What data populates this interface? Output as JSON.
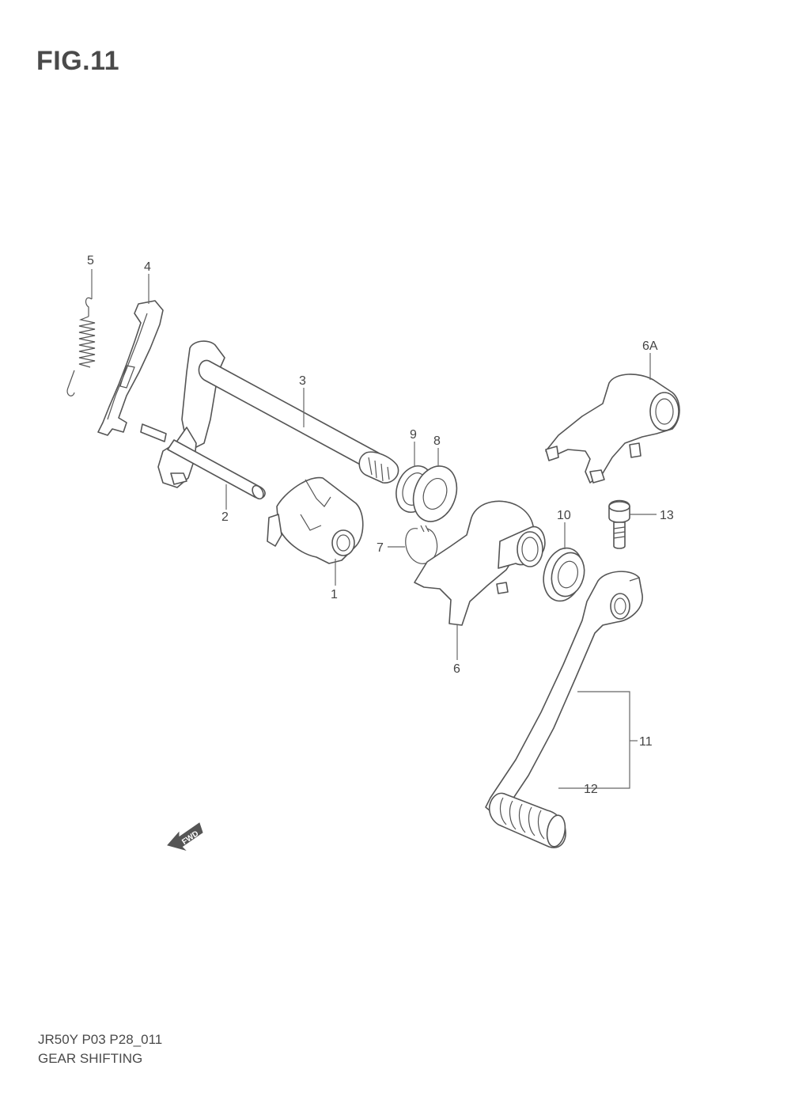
{
  "figure": {
    "title": "FIG.11",
    "model_code": "JR50Y P03 P28_011",
    "name": "GEAR SHIFTING"
  },
  "callouts": [
    {
      "id": "p1",
      "label": "1",
      "part": "gearshift cam"
    },
    {
      "id": "p2",
      "label": "2",
      "part": "shaft"
    },
    {
      "id": "p3",
      "label": "3",
      "part": "gearshift shaft"
    },
    {
      "id": "p4",
      "label": "4",
      "part": "stopper plate"
    },
    {
      "id": "p5",
      "label": "5",
      "part": "spring"
    },
    {
      "id": "p6",
      "label": "6",
      "part": "shift fork"
    },
    {
      "id": "p6a",
      "label": "6A",
      "part": "shift fork"
    },
    {
      "id": "p7",
      "label": "7",
      "part": "circlip"
    },
    {
      "id": "p8",
      "label": "8",
      "part": "washer"
    },
    {
      "id": "p9",
      "label": "9",
      "part": "oil seal"
    },
    {
      "id": "p10",
      "label": "10",
      "part": "bearing"
    },
    {
      "id": "p11",
      "label": "11",
      "part": "gearshift lever"
    },
    {
      "id": "p12",
      "label": "12",
      "part": "rubber"
    },
    {
      "id": "p13",
      "label": "13",
      "part": "bolt"
    }
  ],
  "fwd_marker": "FWD",
  "colors": {
    "line": "#555555",
    "text": "#4a4a4a",
    "background": "#ffffff"
  }
}
